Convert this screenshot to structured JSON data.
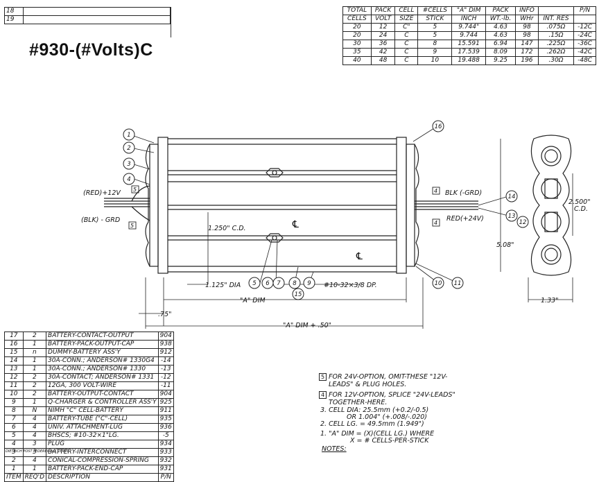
{
  "title": "#930-(#Volts)C",
  "revision_rows": [
    "18",
    "19"
  ],
  "pack_table": {
    "headers_top": [
      "TOTAL",
      "PACK",
      "CELL",
      "#CELLS",
      "\"A\" DIM",
      "PACK",
      "INFO",
      "",
      "P/N"
    ],
    "headers_bottom": [
      "CELLS",
      "VOLT",
      "SIZE",
      "STICK",
      "INCH",
      "WT.-lb.",
      "WHr",
      "INT. RES",
      ""
    ],
    "rows": [
      [
        "20",
        "12",
        "C\"",
        "5",
        "9.744\"",
        "4.63",
        "98",
        ".075Ω",
        "-12C"
      ],
      [
        "20",
        "24",
        "C",
        "5",
        "9.744",
        "4.63",
        "98",
        ".15Ω",
        "-24C"
      ],
      [
        "30",
        "36",
        "C",
        "8",
        "15.591",
        "6.94",
        "147",
        ".225Ω",
        "-36C"
      ],
      [
        "35",
        "42",
        "C",
        "9",
        "17.539",
        "8.09",
        "172",
        ".262Ω",
        "-42C"
      ],
      [
        "40",
        "48",
        "C",
        "10",
        "19.488",
        "9.25",
        "196",
        ".30Ω",
        "-48C"
      ]
    ]
  },
  "callouts": [
    "1",
    "2",
    "3",
    "4",
    "5",
    "6",
    "7",
    "8",
    "9",
    "10",
    "11",
    "12",
    "13",
    "14",
    "15",
    "16"
  ],
  "flag_5": "5",
  "flag_4": "4",
  "labels": {
    "red_12v": "(RED)+12V",
    "blk_grd_left": "(BLK) - GRD",
    "blk_grd_right": "BLK (-GRD)",
    "red_24v": "RED(+24V)",
    "cd_1250": "1.250\" C.D.",
    "dia_1125": "1.125\" DIA",
    "screw": "#10-32×3/8 DP.",
    "a_dim": "\"A\" DIM",
    "dim_75": ".75\"",
    "a_dim_plus": "\"A\" DIM + .50\"",
    "dim_2500": "2.500\"",
    "cd": "C.D.",
    "dim_508": "5.08\"",
    "dim_133": "1.33\"",
    "cl": "℄"
  },
  "bom": [
    [
      "17",
      "2",
      "BATTERY-CONTACT-OUTPUT",
      "904"
    ],
    [
      "16",
      "1",
      "BATTERY-PACK-OUTPUT-CAP",
      "938"
    ],
    [
      "15",
      "n",
      "DUMMY-BATTERY ASS'Y",
      "912"
    ],
    [
      "14",
      "1",
      "30A-CONN.; ANDERSON# 1330G4",
      "-14"
    ],
    [
      "13",
      "1",
      "30A-CONN.; ANDERSON# 1330",
      "-13"
    ],
    [
      "12",
      "2",
      "30A-CONTACT; ANDERSON# 1331",
      "-12"
    ],
    [
      "11",
      "2",
      "12GA, 300 VOLT-WIRE",
      "-11"
    ],
    [
      "10",
      "2",
      "BATTERY-OUTPUT-CONTACT",
      "904"
    ],
    [
      "9",
      "1",
      "Q-CHARGER & CONTROLLER ASS'Y",
      "925"
    ],
    [
      "8",
      "N",
      "NIMH \"C\" CELL-BATTERY",
      "911"
    ],
    [
      "7",
      "4",
      "BATTERY-TUBE (\"C\"-CELL)",
      "935"
    ],
    [
      "6",
      "4",
      "UNIV. ATTACHMENT-LUG",
      "936"
    ],
    [
      "5",
      "4",
      "BHSCS; #10-32×1\"LG.",
      "-5"
    ],
    [
      "4",
      "3",
      "PLUG",
      "934"
    ],
    [
      "3",
      "3",
      "BATTERY-INTERCONNECT",
      "933"
    ],
    [
      "2",
      "4",
      "CONICAL-COMPRESSION-SPRING",
      "932"
    ],
    [
      "1",
      "1",
      "BATTERY-PACK-END-CAP",
      "931"
    ]
  ],
  "bom_footer": [
    "ITEM",
    "REQ'D",
    "DESCRIPTION",
    "P/N"
  ],
  "footer_small": "DIETRICH POST FEDERER NO. 1647T",
  "notes": {
    "n5": "FOR 24V-OPTION, OMIT-THESE \"12V-LEADS\" & PLUG HOLES.",
    "n4": "FOR 12V-OPTION, SPLICE \"24V-LEADS\" TOGETHER-HERE.",
    "n3a": "3. CELL DIA: 25.5mm (+0.2/-0.5)",
    "n3b": "OR 1.004\" (+.008/-.020)",
    "n2": "2. CELL LG. = 49.5mm (1.949\")",
    "n1a": "1. \"A\" DIM = (X)(CELL LG.) WHERE",
    "n1b": "X = # CELLS-PER-STICK",
    "heading": "NOTES:"
  }
}
